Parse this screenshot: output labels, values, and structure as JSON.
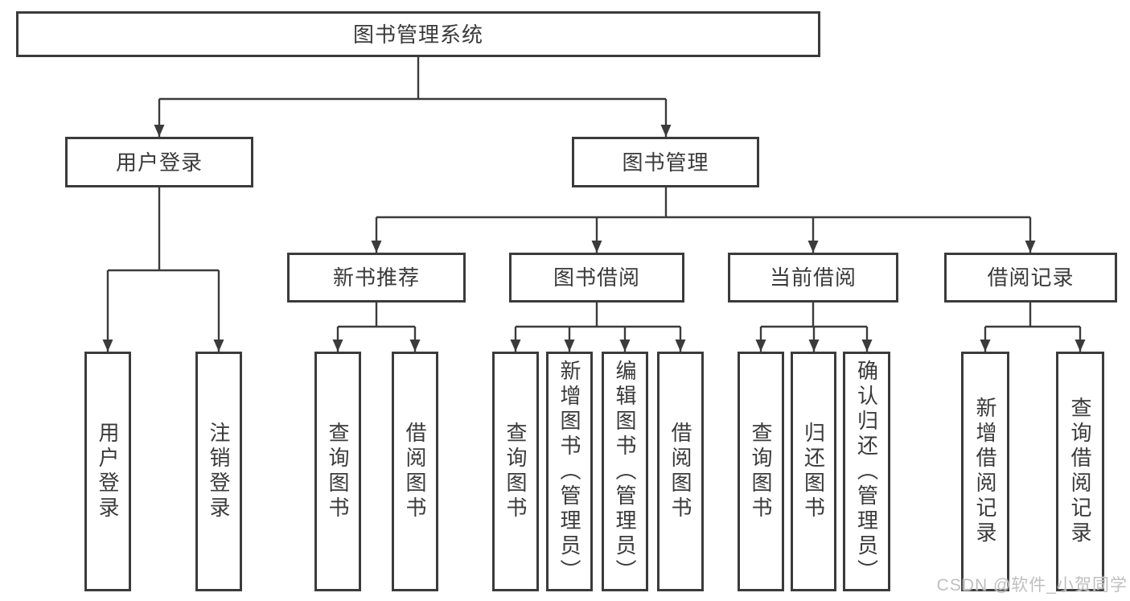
{
  "colors": {
    "line": "#3b3b3b",
    "box_border": "#3b3b3b",
    "text": "#3a3a3a",
    "watermark": "#c0bfbf",
    "background": "#ffffff"
  },
  "tree": {
    "label": "图书管理系统",
    "children": [
      {
        "label": "用户登录",
        "children": [
          {
            "label": "用户登录"
          },
          {
            "label": "注销登录"
          }
        ]
      },
      {
        "label": "图书管理",
        "children": [
          {
            "label": "新书推荐",
            "children": [
              {
                "label": "查询图书"
              },
              {
                "label": "借阅图书"
              }
            ]
          },
          {
            "label": "图书借阅",
            "children": [
              {
                "label": "查询图书"
              },
              {
                "label": "新增图书（管理员）"
              },
              {
                "label": "编辑图书（管理员）"
              },
              {
                "label": "借阅图书"
              }
            ]
          },
          {
            "label": "当前借阅",
            "children": [
              {
                "label": "查询图书"
              },
              {
                "label": "归还图书"
              },
              {
                "label": "确认归还（管理员）"
              }
            ]
          },
          {
            "label": "借阅记录",
            "children": [
              {
                "label": "新增借阅记录"
              },
              {
                "label": "查询借阅记录"
              }
            ]
          }
        ]
      }
    ]
  },
  "watermark": {
    "text": "CSDN @软件_小贺同学"
  }
}
